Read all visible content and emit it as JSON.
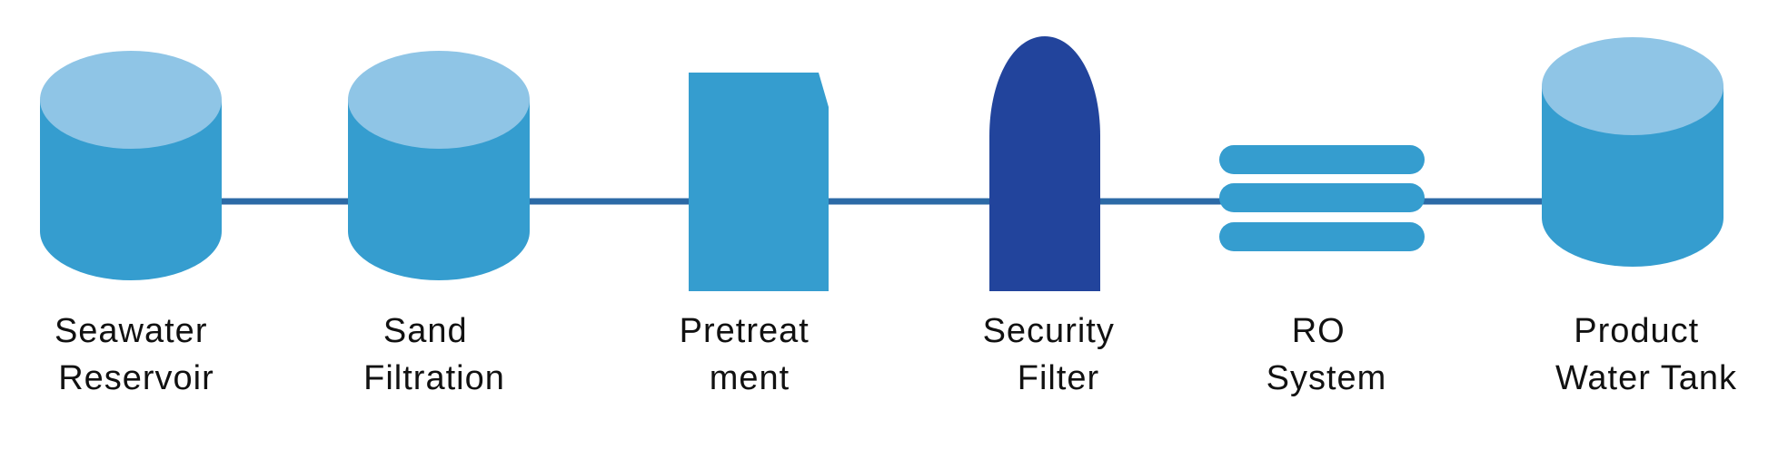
{
  "colors": {
    "pipe": "#2c6aa6",
    "tank_body": "#359dcf",
    "tank_top": "#8fc5e6",
    "filter": "#22449c",
    "label": "#111111"
  },
  "stages": [
    {
      "id": "seawater-reservoir",
      "icon": "cylinder-tank-icon",
      "label_lines": [
        "Seawater",
        "Reservoir"
      ]
    },
    {
      "id": "sand-filtration",
      "icon": "cylinder-tank-icon",
      "label_lines": [
        "Sand",
        "Filtration"
      ]
    },
    {
      "id": "pretreatment",
      "icon": "pretreatment-unit-icon",
      "label_lines": [
        "Pretreat",
        "ment"
      ]
    },
    {
      "id": "security-filter",
      "icon": "cartridge-filter-icon",
      "label_lines": [
        "Security",
        "Filter"
      ]
    },
    {
      "id": "ro-system",
      "icon": "membrane-stack-icon",
      "label_lines": [
        "RO",
        "System"
      ]
    },
    {
      "id": "product-water-tank",
      "icon": "cylinder-tank-icon",
      "label_lines": [
        "Product",
        "Water Tank"
      ]
    }
  ]
}
